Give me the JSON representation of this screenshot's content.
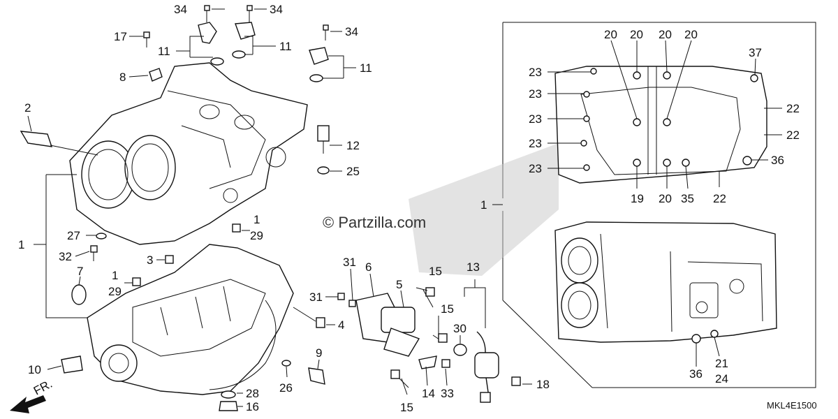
{
  "diagram": {
    "watermark": "© Partzilla.com",
    "diagram_code": "MKL4E1500",
    "front_label": "FR.",
    "callouts": {
      "c34a": "34",
      "c34b": "34",
      "c34c": "34",
      "c17": "17",
      "c11a": "11",
      "c11b": "11",
      "c11c": "11",
      "c8": "8",
      "c2": "2",
      "c12": "12",
      "c25": "25",
      "c1a": "1",
      "c1b": "1",
      "c29a": "29",
      "c1c": "1",
      "c29b": "29",
      "c27": "27",
      "c32": "32",
      "c3": "3",
      "c7": "7",
      "c4": "4",
      "c10": "10",
      "c9": "9",
      "c26": "26",
      "c28": "28",
      "c16": "16",
      "c31a": "31",
      "c31b": "31",
      "c6": "6",
      "c5": "5",
      "c15a": "15",
      "c15b": "15",
      "c15c": "15",
      "c13": "13",
      "c30": "30",
      "c14": "14",
      "c33": "33",
      "c18": "18",
      "c1d": "1",
      "c20a": "20",
      "c20b": "20",
      "c20c": "20",
      "c20d": "20",
      "c20e": "20",
      "c37": "37",
      "c23a": "23",
      "c23b": "23",
      "c23c": "23",
      "c23d": "23",
      "c23e": "23",
      "c22a": "22",
      "c22b": "22",
      "c22c": "22",
      "c36a": "36",
      "c36b": "36",
      "c19": "19",
      "c35": "35",
      "c21": "21",
      "c24": "24"
    }
  }
}
